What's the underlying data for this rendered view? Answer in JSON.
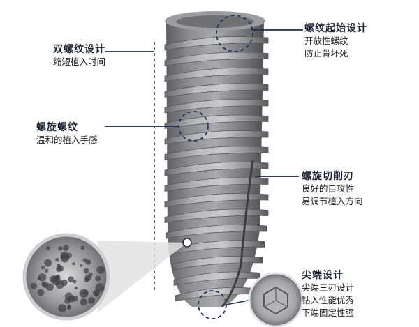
{
  "labels": {
    "double_thread": {
      "title": "双螺纹设计",
      "lines": [
        "缩短植入时间"
      ]
    },
    "thread_start": {
      "title": "螺纹起始设计",
      "lines": [
        "开放性螺纹",
        "防止骨坏死"
      ]
    },
    "spiral_thread": {
      "title": "螺旋螺纹",
      "lines": [
        "温和的植入手感"
      ]
    },
    "spiral_cutting_edge": {
      "title": "螺旋切削刃",
      "lines": [
        "良好的自攻性",
        "易调节植入方向"
      ]
    },
    "apex": {
      "title": "尖端设计",
      "lines": [
        "尖端三刃设计",
        "钻入性能优秀",
        "下端固定性强"
      ]
    }
  },
  "colors": {
    "label_text": "#1b2333",
    "callout_line": "#1e2f4a",
    "dashed_circle": "#23355a",
    "implant_base": "#8a8b8e"
  }
}
